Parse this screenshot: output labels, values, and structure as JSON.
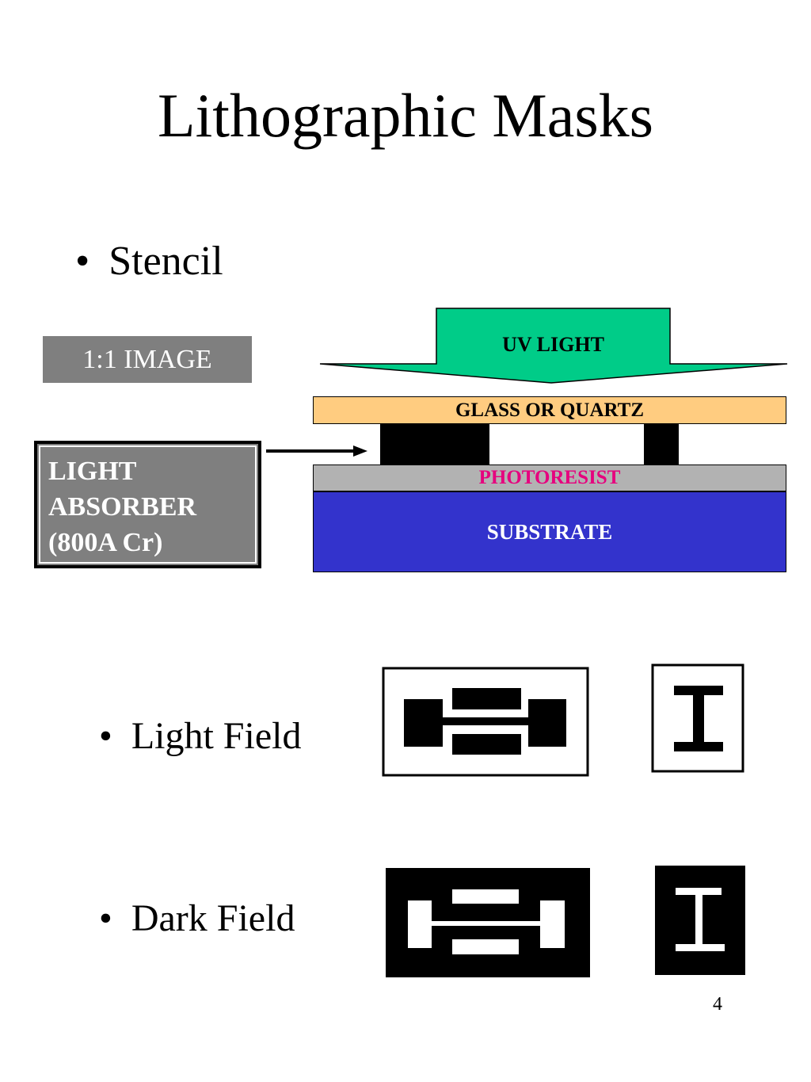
{
  "slide": {
    "title": "Lithographic Masks",
    "page_number": "4"
  },
  "bullets": {
    "symbol": "•",
    "stencil": "Stencil",
    "light_field": "Light Field",
    "dark_field": "Dark Field"
  },
  "diagram": {
    "image_label": "1:1 IMAGE",
    "absorber_lines": [
      "LIGHT",
      "ABSORBER",
      "(800A  Cr)"
    ],
    "uv_light": "UV LIGHT",
    "glass": "GLASS OR QUARTZ",
    "photoresist": "PHOTORESIST",
    "substrate": "SUBSTRATE"
  },
  "colors": {
    "uv_arrow": "#00cc88",
    "glass": "#ffcc80",
    "photoresist": "#b2b2b2",
    "photoresist_text": "#e6007e",
    "substrate": "#3333cc",
    "label_box": "#7f7f7f",
    "chrome": "#000000"
  }
}
